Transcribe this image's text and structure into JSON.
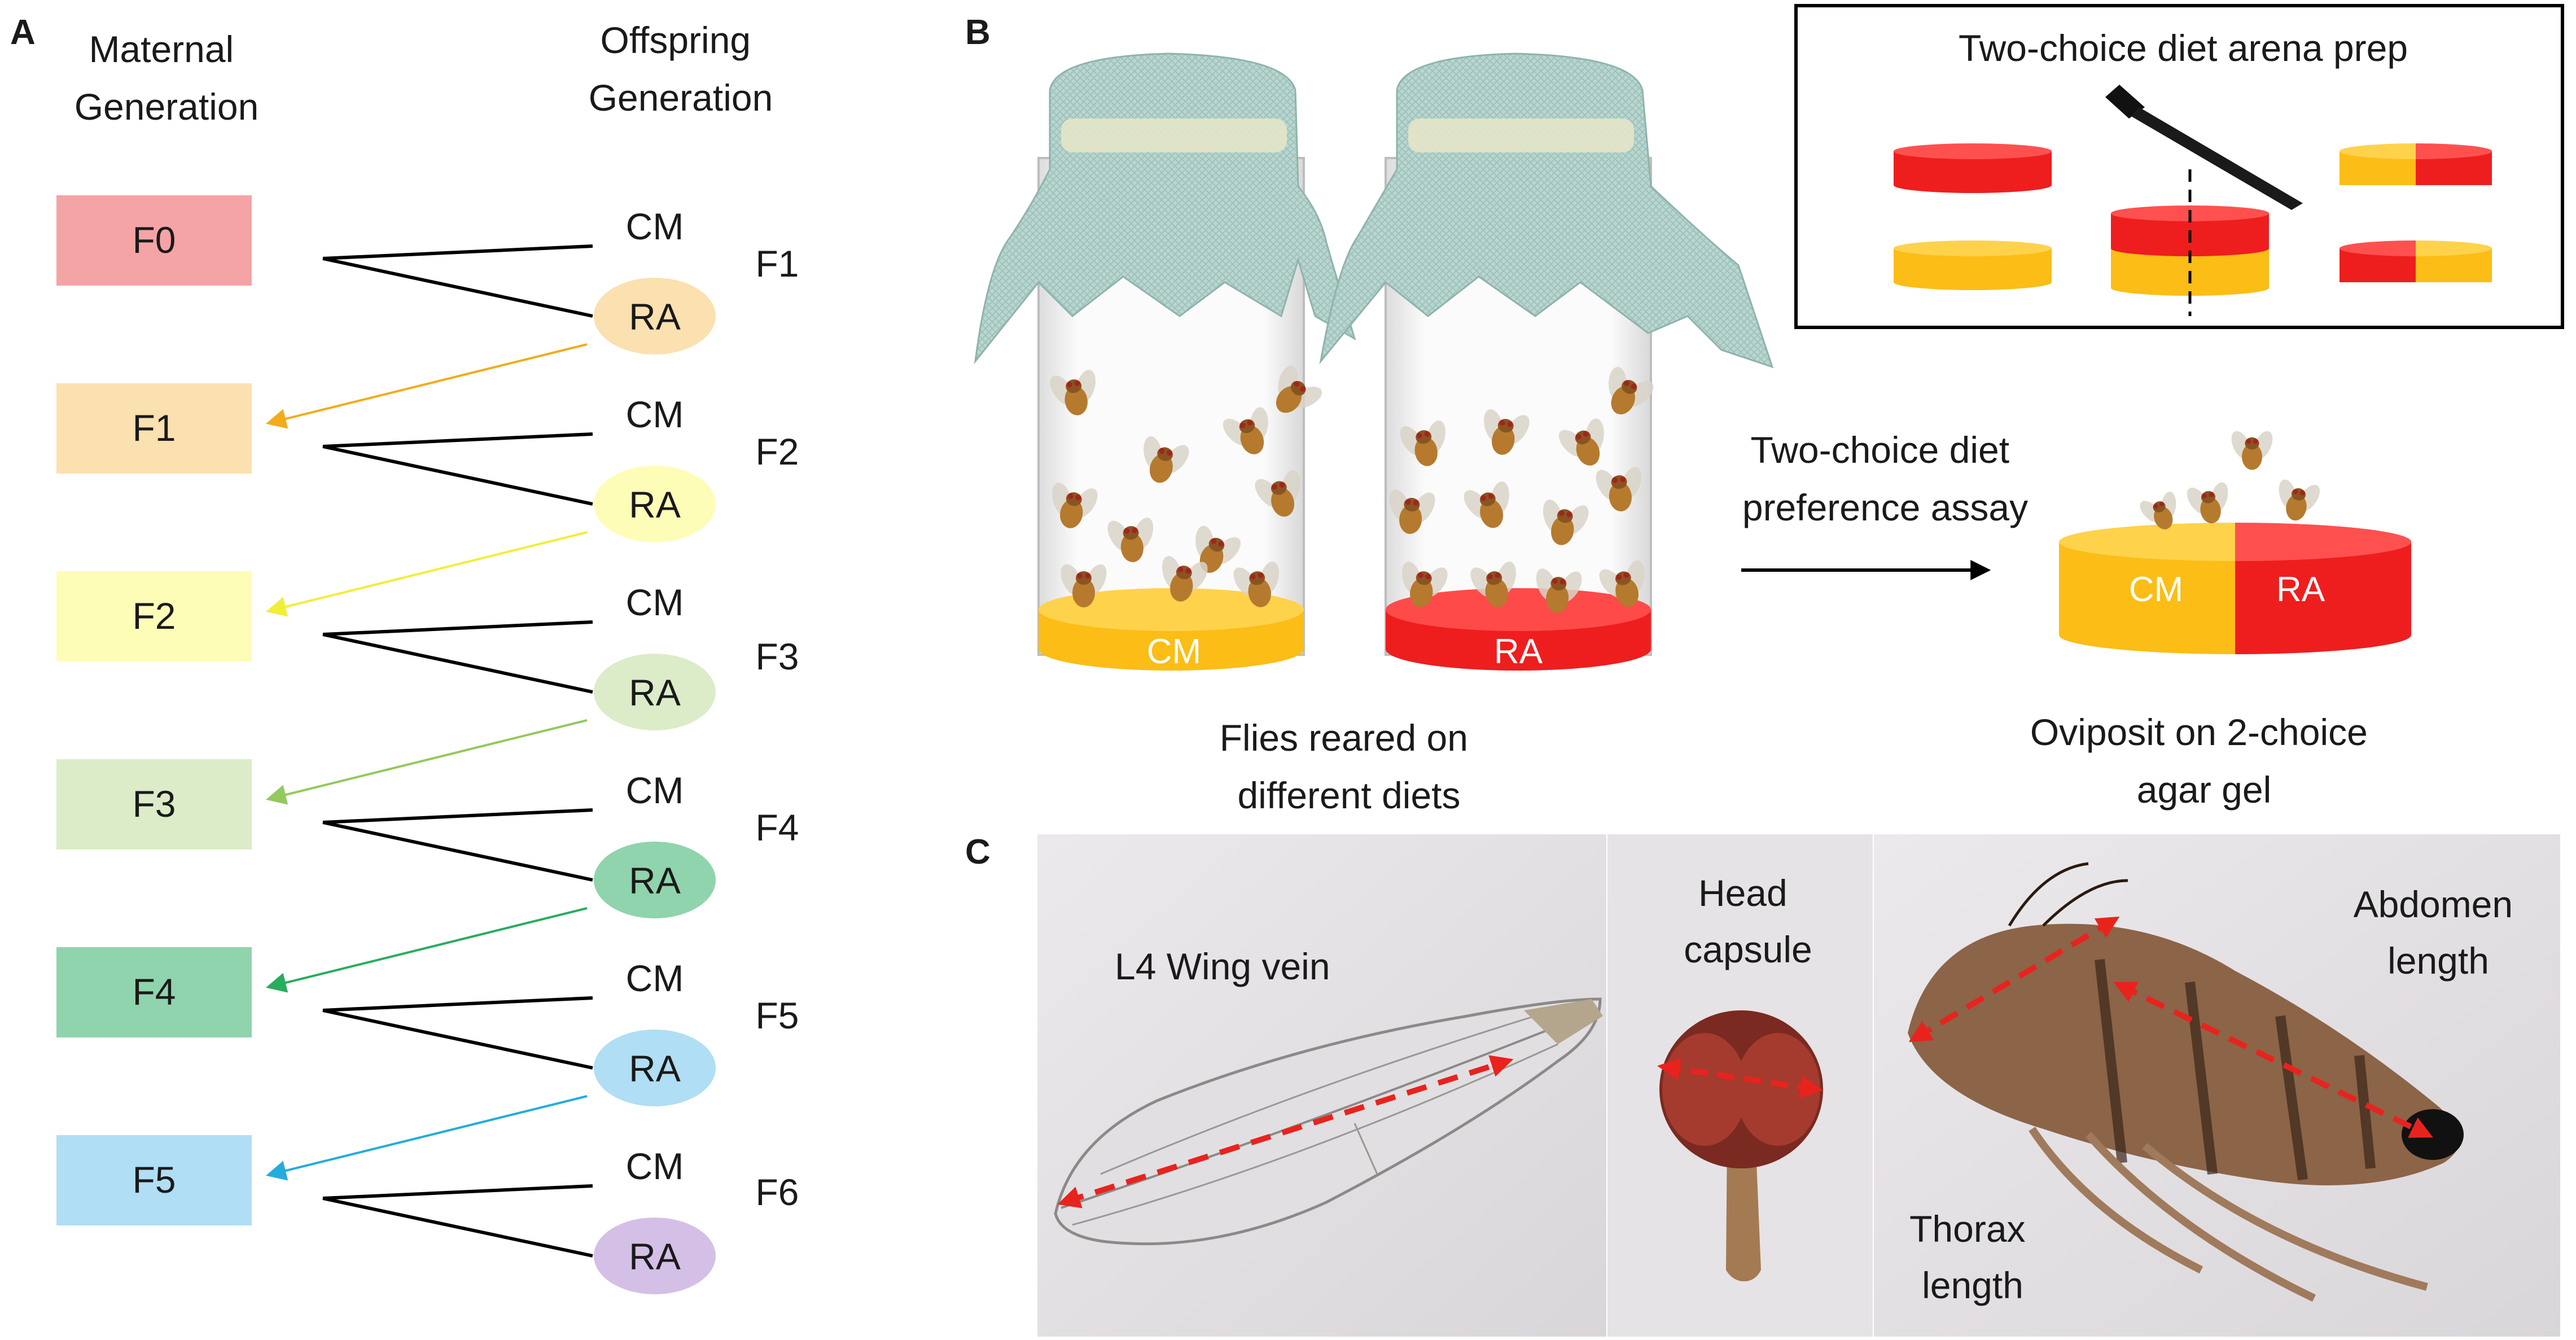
{
  "panel_a": {
    "letter": "A",
    "maternal_header": [
      "Maternal",
      "Generation"
    ],
    "offspring_header": [
      "Offspring",
      "Generation"
    ],
    "maternal": [
      {
        "label": "F0",
        "color": "#f4a4a4"
      },
      {
        "label": "F1",
        "color": "#fbe0b0"
      },
      {
        "label": "F2",
        "color": "#fdfdb8"
      },
      {
        "label": "F3",
        "color": "#dcecc8"
      },
      {
        "label": "F4",
        "color": "#8fd4ac"
      },
      {
        "label": "F5",
        "color": "#b0def4"
      }
    ],
    "offspring": [
      {
        "cm": "CM",
        "ra": "RA",
        "gen": "F1",
        "ra_color": "#fbe0b0",
        "arrow_color": "#f2ac1a"
      },
      {
        "cm": "CM",
        "ra": "RA",
        "gen": "F2",
        "ra_color": "#fdfdb8",
        "arrow_color": "#f2ee38"
      },
      {
        "cm": "CM",
        "ra": "RA",
        "gen": "F3",
        "ra_color": "#dcecc8",
        "arrow_color": "#94c95c"
      },
      {
        "cm": "CM",
        "ra": "RA",
        "gen": "F4",
        "ra_color": "#8fd4ac",
        "arrow_color": "#28ac5e"
      },
      {
        "cm": "CM",
        "ra": "RA",
        "gen": "F5",
        "ra_color": "#b0def4",
        "arrow_color": "#24acdc"
      },
      {
        "cm": "CM",
        "ra": "RA",
        "gen": "F6",
        "ra_color": "#d4c0e6",
        "arrow_color": ""
      }
    ]
  },
  "panel_b": {
    "letter": "B",
    "vial_cm": "CM",
    "vial_ra": "RA",
    "vials_caption": [
      "Flies reared on",
      "different diets"
    ],
    "arena_title": "Two-choice diet arena prep",
    "assay_label": [
      "Two-choice diet",
      "preference assay"
    ],
    "dish_cm": "CM",
    "dish_ra": "RA",
    "oviposit_caption": [
      "Oviposit on 2-choice",
      "agar gel"
    ],
    "colors": {
      "cm": "#fbbd16",
      "ra": "#ee1e1e",
      "mesh": "#b4d2cc"
    }
  },
  "panel_c": {
    "letter": "C",
    "wing_label": "L4 Wing vein",
    "head_label": [
      "Head",
      "capsule"
    ],
    "abdomen_label": [
      "Abdomen",
      "length"
    ],
    "thorax_label": [
      "Thorax",
      "length"
    ],
    "arrow_color": "#e8231e"
  }
}
